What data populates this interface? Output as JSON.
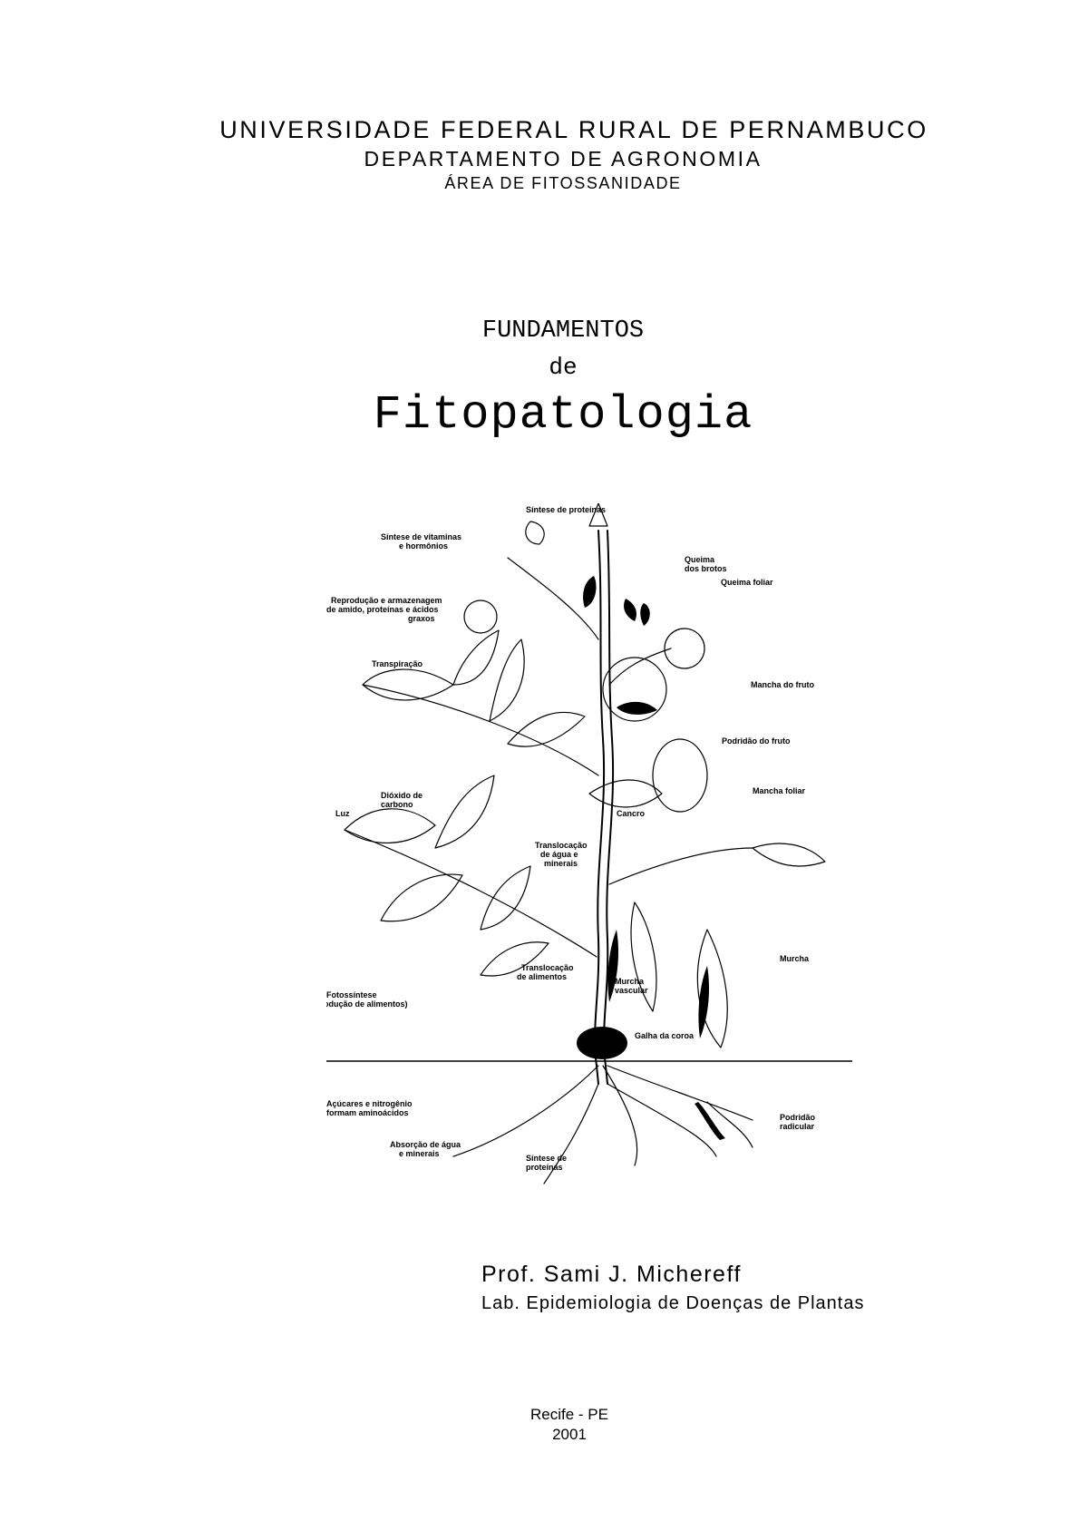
{
  "header": {
    "institution": "UNIVERSIDADE FEDERAL RURAL DE PERNAMBUCO",
    "department": "DEPARTAMENTO DE AGRONOMIA",
    "area": "ÁREA DE FITOSSANIDADE"
  },
  "title": {
    "line1": "FUNDAMENTOS",
    "line2": "de",
    "line3": "Fitopatologia"
  },
  "figure": {
    "labels": {
      "sintese_proteinas_top": "Síntese de proteínas",
      "sintese_vitaminas_1": "Síntese de vitaminas",
      "sintese_vitaminas_2": "e hormônios",
      "queima_brotos_1": "Queima",
      "queima_brotos_2": "dos brotos",
      "queima_foliar": "Queima foliar",
      "reproducao_1": "Reprodução e armazenagem",
      "reproducao_2": "de amido, proteínas e ácidos",
      "reproducao_3": "graxos",
      "transpiracao": "Transpiração",
      "mancha_fruto": "Mancha do fruto",
      "podridao_fruto": "Podridão do fruto",
      "mancha_foliar": "Mancha foliar",
      "luz": "Luz",
      "dioxido_1": "Dióxido de",
      "dioxido_2": "carbono",
      "cancro": "Cancro",
      "transloc_agua_1": "Translocação",
      "transloc_agua_2": "de água e",
      "transloc_agua_3": "minerais",
      "murcha": "Murcha",
      "transloc_alim_1": "Translocação",
      "transloc_alim_2": "de alimentos",
      "murcha_vascular_1": "Murcha",
      "murcha_vascular_2": "vascular",
      "fotossintese_1": "Fotossíntese",
      "fotossintese_2": "(produção de alimentos)",
      "galha_coroa": "Galha da coroa",
      "acucares_1": "Açúcares e nitrogênio",
      "acucares_2": "formam aminoácidos",
      "podridao_radicular_1": "Podridão",
      "podridao_radicular_2": "radicular",
      "absorcao_1": "Absorção de água",
      "absorcao_2": "e minerais",
      "sintese_proteinas_raiz_1": "Síntese de",
      "sintese_proteinas_raiz_2": "proteínas"
    }
  },
  "author": {
    "name": "Prof. Sami J. Michereff",
    "lab": "Lab. Epidemiologia de Doenças de Plantas"
  },
  "footer": {
    "place": "Recife - PE",
    "year": "2001"
  }
}
